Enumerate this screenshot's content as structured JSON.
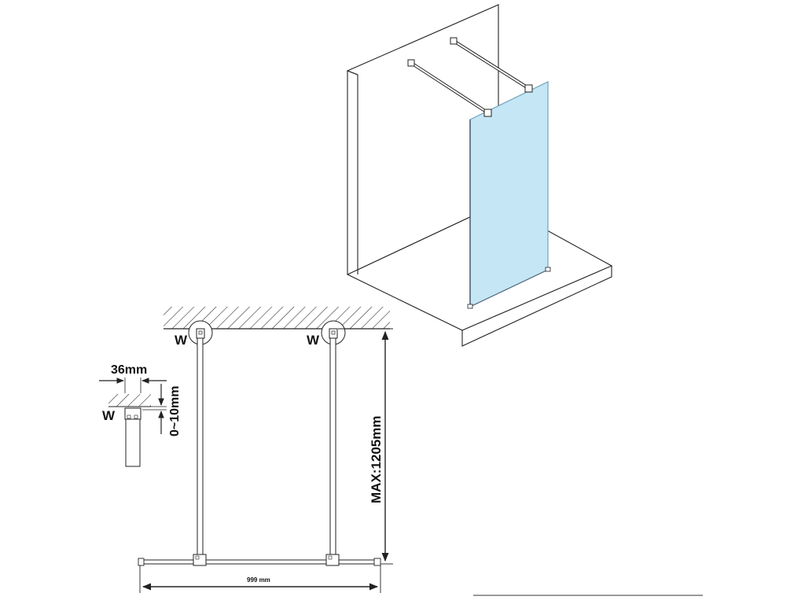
{
  "labels": {
    "wall_mark_left": "W",
    "wall_mark_right": "W",
    "detail_wall_mark": "W",
    "detail_width": "36mm",
    "detail_gap": "0~10mm",
    "max_length": "MAX:1205mm",
    "panel_width": "999 mm"
  },
  "colors": {
    "glass": "#c4e6f5",
    "glass_edge": "#6fa4bb",
    "line": "#222222",
    "hatch": "#333333"
  }
}
